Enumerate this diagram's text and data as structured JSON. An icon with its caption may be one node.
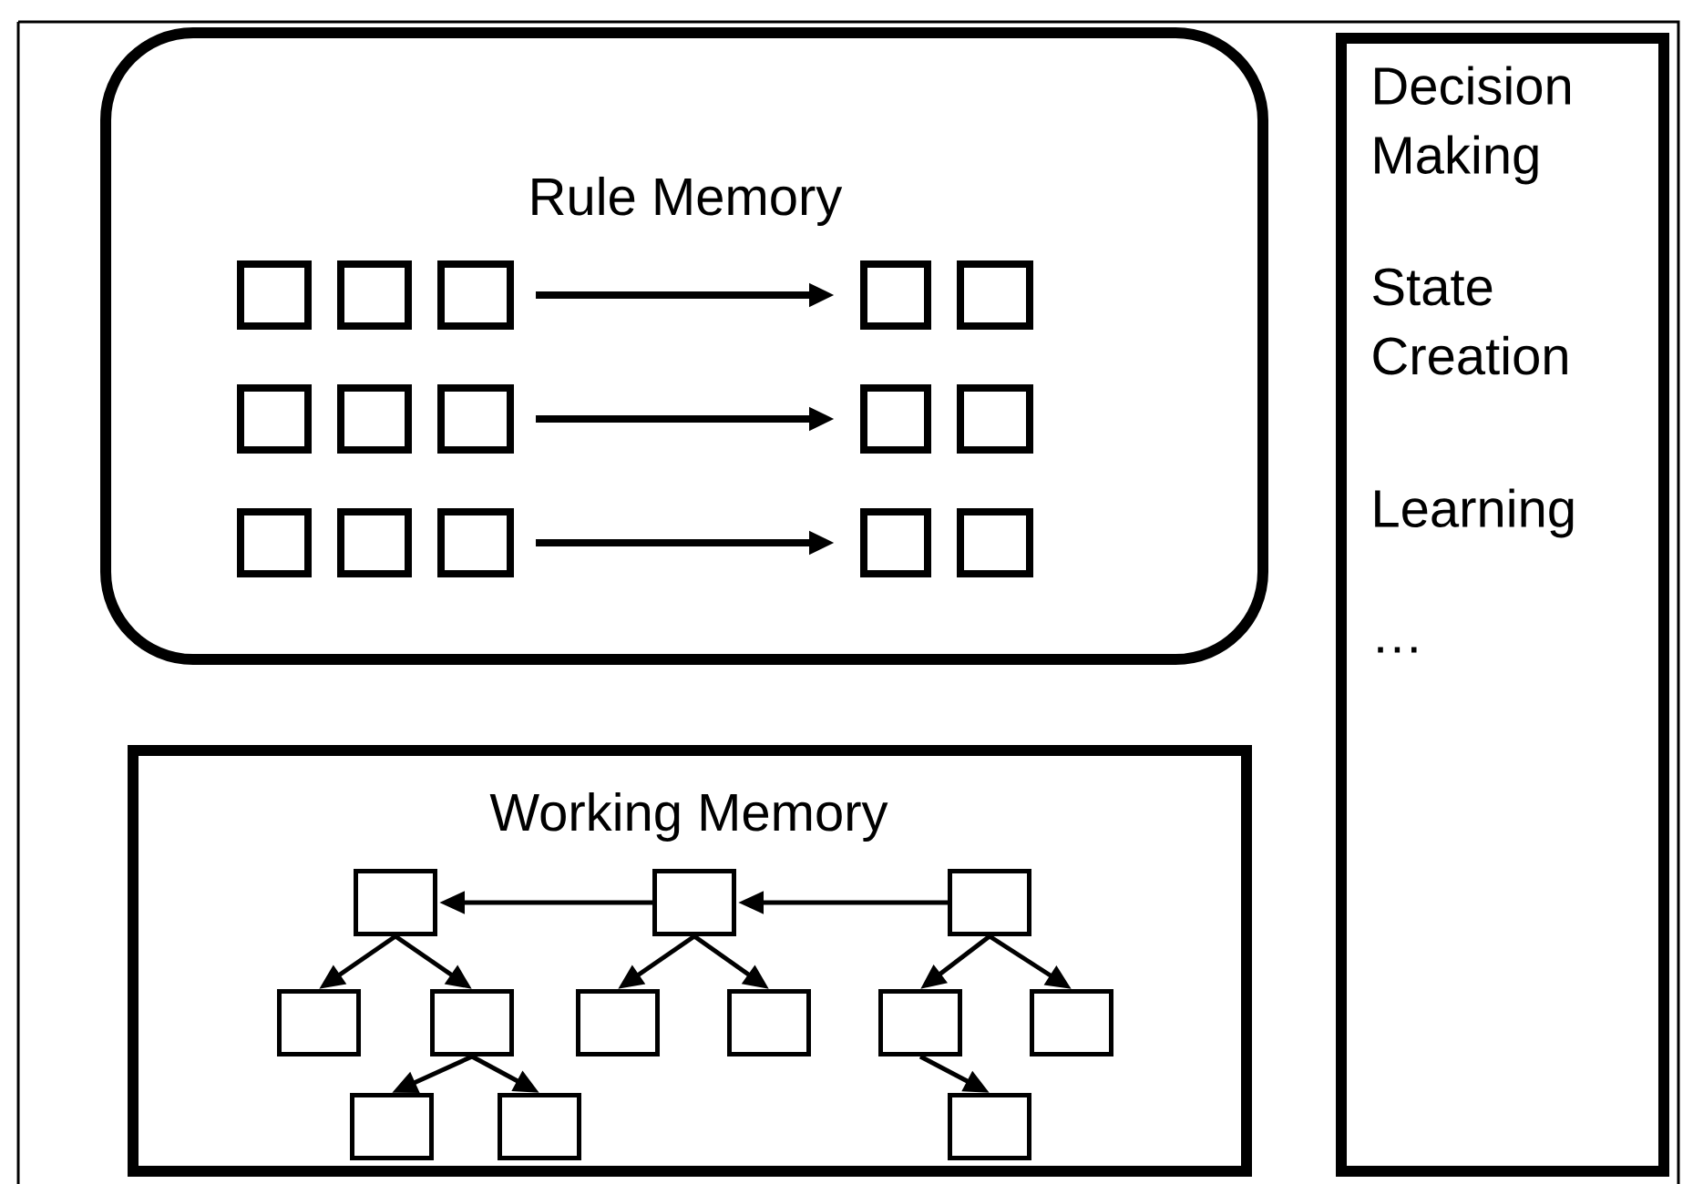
{
  "diagram": {
    "nodes": [
      {
        "text": [
          "Rule Memory"
        ]
      },
      {
        "text": [],
        "shape": "box",
        "in": 0
      },
      {
        "text": [],
        "shape": "box",
        "in": 0
      },
      {
        "text": [],
        "shape": "box",
        "in": 0
      },
      {
        "text": [],
        "shape": "box",
        "in": 0
      },
      {
        "text": [],
        "shape": "box",
        "in": 0
      },
      {
        "text": [],
        "shape": "box",
        "in": 0
      },
      {
        "text": [],
        "shape": "box",
        "in": 0
      },
      {
        "text": [],
        "shape": "box",
        "in": 0
      },
      {
        "text": [],
        "shape": "box",
        "in": 0
      },
      {
        "text": [],
        "shape": "box",
        "in": 0
      },
      {
        "text": [],
        "shape": "box",
        "in": 0
      },
      {
        "text": [],
        "shape": "box",
        "in": 0
      },
      {
        "text": [],
        "shape": "box",
        "in": 0
      },
      {
        "text": [],
        "shape": "box",
        "in": 0
      },
      {
        "text": [],
        "shape": "box",
        "in": 0
      },
      {
        "text": [
          "Working Memory"
        ]
      },
      {
        "text": [],
        "shape": "box",
        "in": 16
      },
      {
        "text": [],
        "shape": "box",
        "in": 16
      },
      {
        "text": [],
        "shape": "box",
        "in": 16
      },
      {
        "text": [],
        "shape": "box",
        "in": 16
      },
      {
        "text": [],
        "shape": "box",
        "in": 16
      },
      {
        "text": [],
        "shape": "box",
        "in": 16
      },
      {
        "text": [],
        "shape": "box",
        "in": 16
      },
      {
        "text": [],
        "shape": "box",
        "in": 16
      },
      {
        "text": [],
        "shape": "box",
        "in": 16
      },
      {
        "text": [],
        "shape": "box",
        "in": 16
      },
      {
        "text": [],
        "shape": "box",
        "in": 16
      },
      {
        "text": [],
        "shape": "box",
        "in": 16
      },
      {
        "text": [
          "Decision Making",
          "State Creation",
          "Learning",
          "…"
        ]
      }
    ],
    "edges": [
      {
        "from": 3,
        "to": 4,
        "arrow": "to"
      },
      {
        "from": 8,
        "to": 9,
        "arrow": "to"
      },
      {
        "from": 13,
        "to": 14,
        "arrow": "to"
      },
      {
        "from": 18,
        "to": 17,
        "arrow": "to"
      },
      {
        "from": 19,
        "to": 18,
        "arrow": "to"
      },
      {
        "from": 17,
        "to": 20,
        "arrow": "to"
      },
      {
        "from": 17,
        "to": 21,
        "arrow": "to"
      },
      {
        "from": 18,
        "to": 22,
        "arrow": "to"
      },
      {
        "from": 18,
        "to": 23,
        "arrow": "to"
      },
      {
        "from": 19,
        "to": 24,
        "arrow": "to"
      },
      {
        "from": 19,
        "to": 25,
        "arrow": "to"
      },
      {
        "from": 21,
        "to": 26,
        "arrow": "to"
      },
      {
        "from": 21,
        "to": 27,
        "arrow": "to"
      },
      {
        "from": 24,
        "to": 28,
        "arrow": "to"
      }
    ]
  }
}
